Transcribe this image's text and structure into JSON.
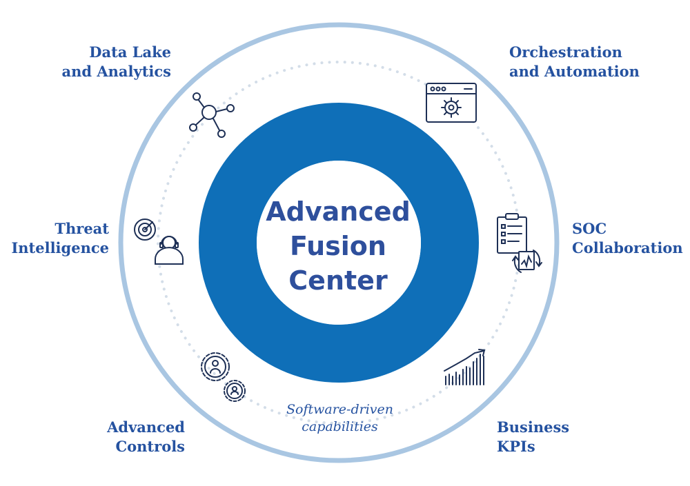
{
  "center": {
    "lines": [
      "Advanced",
      "Fusion",
      "Center"
    ]
  },
  "tagline": {
    "lines": [
      "Software-driven",
      "capabilities"
    ]
  },
  "nodes": [
    {
      "id": "data-lake",
      "lines": [
        "Data Lake",
        "and Analytics"
      ],
      "icon": "network-hub-icon"
    },
    {
      "id": "orchestration",
      "lines": [
        "Orchestration",
        "and Automation"
      ],
      "icon": "browser-gear-icon"
    },
    {
      "id": "threat",
      "lines": [
        "Threat",
        "Intelligence"
      ],
      "icon": "radar-headset-icon"
    },
    {
      "id": "soc",
      "lines": [
        "SOC",
        "Collaboration"
      ],
      "icon": "clipboard-report-icon"
    },
    {
      "id": "controls",
      "lines": [
        "Advanced",
        "Controls"
      ],
      "icon": "gears-user-icon"
    },
    {
      "id": "kpis",
      "lines": [
        "Business",
        "KPIs"
      ],
      "icon": "bar-chart-trend-icon"
    }
  ],
  "colors": {
    "ring_dark": "#0f6fb8",
    "ring_light": "#a9c6e2",
    "dots": "#d3dde8",
    "text": "#2552a0",
    "icon": "#1d2f55"
  }
}
